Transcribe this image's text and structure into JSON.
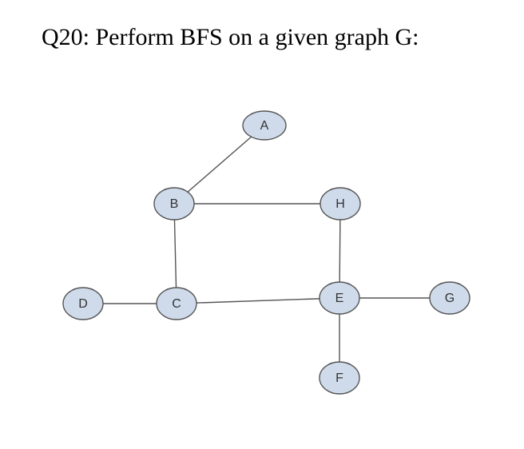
{
  "question": {
    "text": "Q20:  Perform BFS on a given graph G:"
  },
  "graph": {
    "node_fill": "#cfdbeb",
    "node_stroke": "#555555",
    "edge_color": "#555555",
    "label_color": "#333333",
    "nodes": {
      "A": "A",
      "B": "B",
      "C": "C",
      "D": "D",
      "E": "E",
      "F": "F",
      "G": "G",
      "H": "H"
    },
    "edges": [
      [
        "A",
        "B"
      ],
      [
        "B",
        "H"
      ],
      [
        "B",
        "C"
      ],
      [
        "D",
        "C"
      ],
      [
        "C",
        "E"
      ],
      [
        "H",
        "E"
      ],
      [
        "E",
        "G"
      ],
      [
        "E",
        "F"
      ]
    ]
  }
}
